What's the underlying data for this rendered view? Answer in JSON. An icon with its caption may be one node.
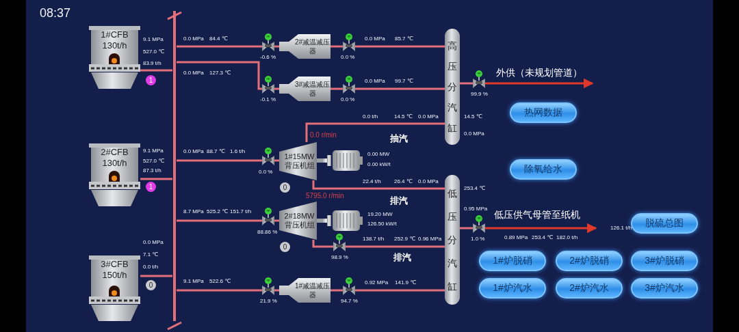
{
  "diagram": {
    "nodes": [
      {
        "text": [
          "1#CFB 130t/h"
        ],
        "beside": [
          "9.1 MPa",
          "527.0 ℃",
          "83.9 t/h",
          "1"
        ]
      },
      {
        "text": [
          "2#CFB 130t/h"
        ],
        "beside": [
          "9.1 MPa",
          "527.0 ℃",
          "87.3 t/h",
          "1"
        ]
      },
      {
        "text": [
          "3#CFB 150t/h"
        ],
        "beside": [
          "0.0 MPa",
          "7.1 ℃",
          "0.0 t/h",
          "0"
        ]
      },
      {
        "text": [],
        "shape": "bar"
      },
      {
        "text": [],
        "shape": "valve",
        "beside": [
          "-0.6 %"
        ]
      },
      {
        "text": [
          "2#减温减压器"
        ]
      },
      {
        "text": [],
        "shape": "valve",
        "beside": [
          "0.0 %"
        ]
      },
      {
        "text": [],
        "shape": "valve",
        "beside": [
          "-0.1 %"
        ]
      },
      {
        "text": [
          "3#减温减压器"
        ]
      },
      {
        "text": [],
        "shape": "valve",
        "beside": [
          "0.0 %"
        ]
      },
      {
        "text": [
          "高压分汽缸"
        ],
        "beside": [
          "14.5 ℃",
          "0.0 MPa"
        ]
      },
      {
        "text": [],
        "shape": "valve",
        "beside": [
          "99.9 %"
        ]
      },
      {
        "text": [],
        "shape": "valve",
        "beside": [
          "0.0 %"
        ]
      },
      {
        "text": [
          "1#15MW 背压机组"
        ],
        "beside": [
          "0.0 r/min",
          "0"
        ]
      },
      {
        "text": [],
        "shape": "motor",
        "beside": [
          "0.00 MW",
          "0.00 kW/t"
        ]
      },
      {
        "text": [],
        "shape": "valve",
        "beside": [
          "88.86 %"
        ]
      },
      {
        "text": [
          "2#18MW 背压机组"
        ],
        "beside": [
          "5795.0 r/min",
          "0"
        ]
      },
      {
        "text": [],
        "shape": "motor",
        "beside": [
          "19.20 MW",
          "126.50 kW/t"
        ]
      },
      {
        "text": [],
        "shape": "valve",
        "beside": [
          "98.9 %"
        ]
      },
      {
        "text": [
          "低压分汽缸"
        ],
        "beside": [
          "253.4 ℃",
          "0.95 MPa"
        ]
      },
      {
        "text": [],
        "shape": "valve",
        "beside": [
          "21.9 %"
        ]
      },
      {
        "text": [
          "1#减温减压器"
        ]
      },
      {
        "text": [],
        "shape": "valve",
        "beside": [
          "94.7 %"
        ]
      },
      {
        "text": [],
        "shape": "valve",
        "beside": [
          "1.0 %"
        ]
      },
      {
        "text": [
          "热网数据"
        ]
      },
      {
        "text": [
          "除氧给水"
        ]
      },
      {
        "text": [
          "脱硫总图"
        ]
      },
      {
        "text": [
          "1#炉脱硝"
        ]
      },
      {
        "text": [
          "2#炉脱硝"
        ]
      },
      {
        "text": [
          "3#炉脱硝"
        ]
      },
      {
        "text": [
          "1#炉汽水"
        ]
      },
      {
        "text": [
          "2#炉汽水"
        ]
      },
      {
        "text": [
          "3#炉汽水"
        ]
      }
    ],
    "edges": [
      {
        "from": 0,
        "to": 3,
        "arrow": "none"
      },
      {
        "from": 1,
        "to": 3,
        "arrow": "none"
      },
      {
        "from": 2,
        "to": 3,
        "arrow": "none"
      },
      {
        "from": 3,
        "to": 4,
        "arrow": "none"
      },
      {
        "from": 4,
        "to": 5,
        "arrow": "none"
      },
      {
        "from": 5,
        "to": 6,
        "arrow": "none"
      },
      {
        "from": 6,
        "to": 10,
        "arrow": "none"
      },
      {
        "from": 3,
        "to": 7,
        "arrow": "none"
      },
      {
        "from": 7,
        "to": 8,
        "arrow": "none"
      },
      {
        "from": 8,
        "to": 9,
        "arrow": "none"
      },
      {
        "from": 9,
        "to": 10,
        "arrow": "none"
      },
      {
        "from": 10,
        "to": 11,
        "arrow": "none"
      },
      {
        "from": 11,
        "to": null,
        "arrow": "to",
        "label": "外供（未规划管道）",
        "color": "#e0392b"
      },
      {
        "from": 3,
        "to": 12,
        "arrow": "none"
      },
      {
        "from": 12,
        "to": 13,
        "arrow": "none"
      },
      {
        "from": 13,
        "to": 14,
        "arrow": "none",
        "color": "#9a9ea6",
        "style": "thick"
      },
      {
        "from": 13,
        "to": 10,
        "arrow": "none",
        "label": "抽汽"
      },
      {
        "from": 13,
        "to": 19,
        "arrow": "none",
        "label": "排汽"
      },
      {
        "from": 3,
        "to": 15,
        "arrow": "none"
      },
      {
        "from": 15,
        "to": 16,
        "arrow": "none"
      },
      {
        "from": 16,
        "to": 17,
        "arrow": "none",
        "color": "#9a9ea6",
        "style": "thick"
      },
      {
        "from": 16,
        "to": 18,
        "arrow": "none"
      },
      {
        "from": 18,
        "to": 19,
        "arrow": "none",
        "label": "排汽"
      },
      {
        "from": 3,
        "to": 20,
        "arrow": "none"
      },
      {
        "from": 20,
        "to": 21,
        "arrow": "none"
      },
      {
        "from": 21,
        "to": 22,
        "arrow": "none"
      },
      {
        "from": 22,
        "to": 19,
        "arrow": "none"
      },
      {
        "from": 19,
        "to": 23,
        "arrow": "none"
      },
      {
        "from": 23,
        "to": null,
        "arrow": "to",
        "label": "低压供气母管至纸机",
        "color": "#e0392b"
      }
    ],
    "labels": [
      "08:37",
      "0.0 MPa",
      "84.4 ℃",
      "0.0 MPa",
      "85.7 ℃",
      "0.0 MPa",
      "127.3 ℃",
      "0.0 MPa",
      "99.7 ℃",
      "0.0 t/h",
      "14.5 ℃",
      "0.0 MPa",
      "0.0 MPa",
      "88.7 ℃",
      "1.6 t/h",
      "22.4 t/h",
      "26.4 ℃",
      "0.0 MPa",
      "8.7 MPa",
      "525.2 ℃",
      "151.7 t/h",
      "138.7 t/h",
      "252.9 ℃",
      "0.96 MPa",
      "0.89 MPa",
      "253.4 ℃",
      "182.0 t/h",
      "126.1 t/h",
      "9.1 MPa",
      "522.6 ℃",
      "0.92 MPa",
      "141.9 ℃"
    ]
  }
}
